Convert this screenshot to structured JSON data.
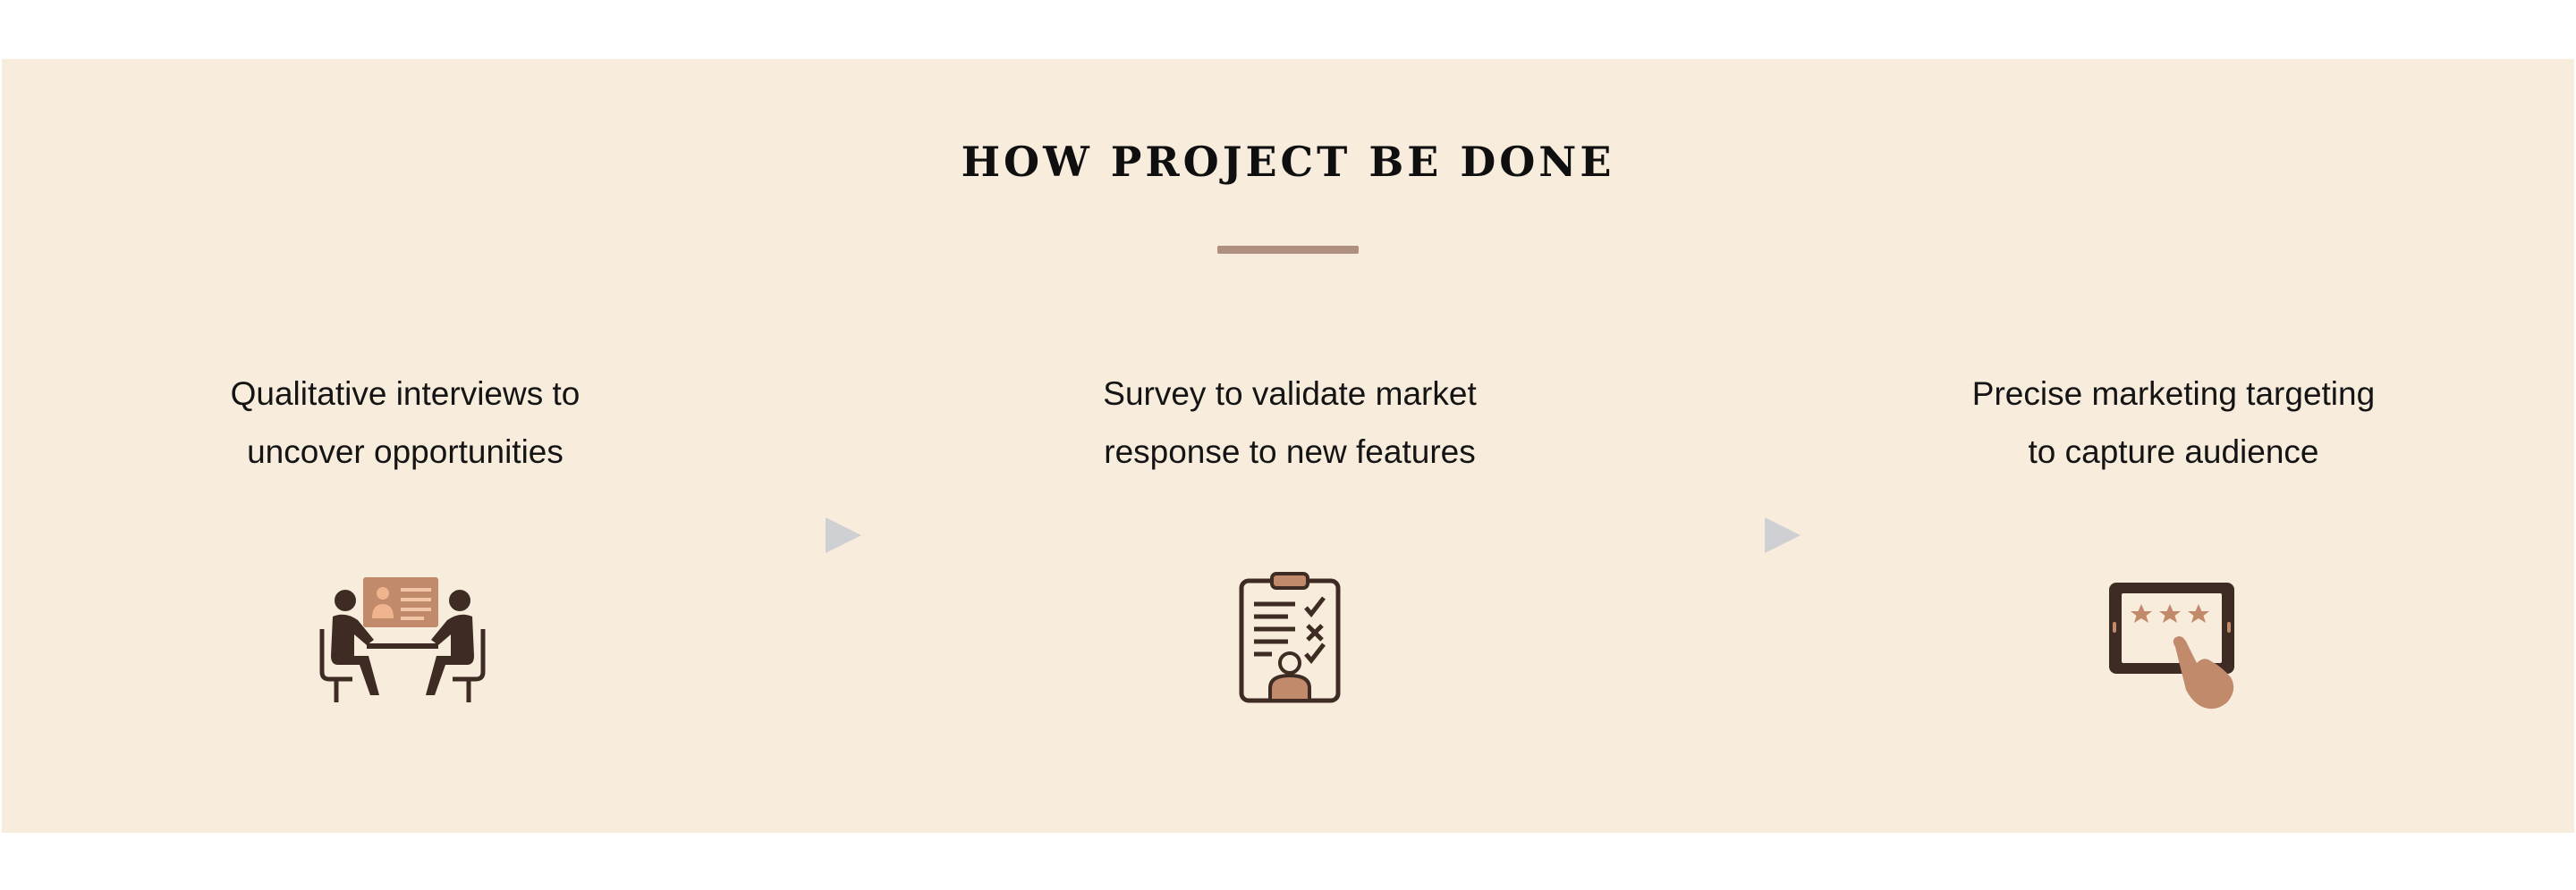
{
  "section": {
    "title": "HOW PROJECT BE DONE",
    "colors": {
      "background": "#f8ecdc",
      "accent": "#ae8f80",
      "icon_dark": "#3d2b24",
      "icon_light": "#c18a6b",
      "arrow": "#cfd0d3"
    }
  },
  "steps": [
    {
      "line1": "Qualitative interviews to",
      "line2": "uncover opportunities",
      "icon": "interview-icon"
    },
    {
      "line1": "Survey to validate market",
      "line2": "response to new features",
      "icon": "survey-clipboard-icon"
    },
    {
      "line1": "Precise marketing targeting",
      "line2": "to capture audience",
      "icon": "tablet-rating-icon"
    }
  ],
  "connectors": [
    "arrow-right-icon",
    "arrow-right-icon"
  ]
}
